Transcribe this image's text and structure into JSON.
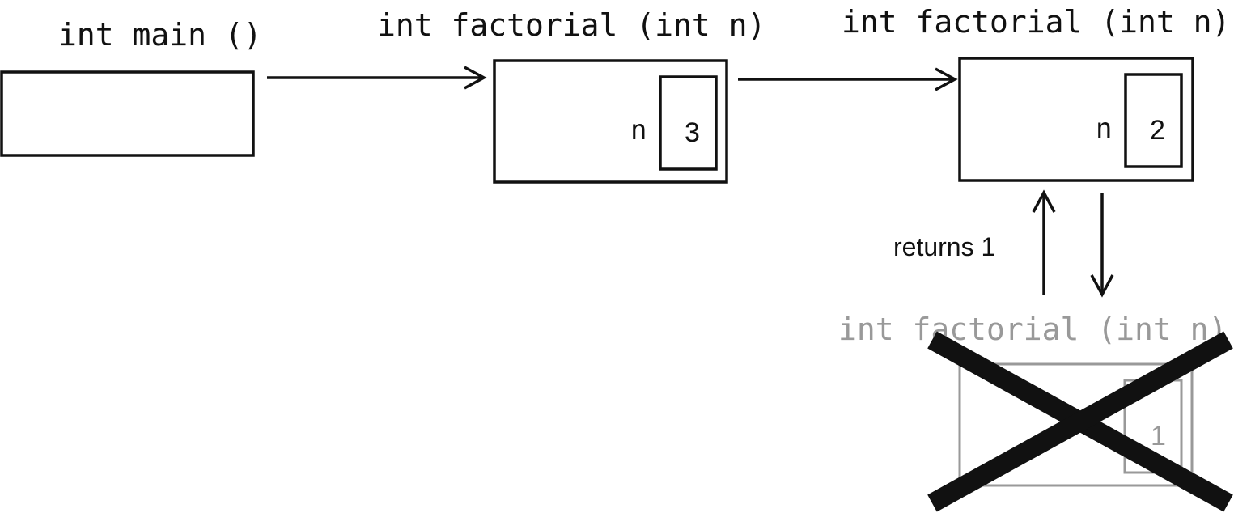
{
  "frames": [
    {
      "title": "int main ()",
      "variable": null,
      "value": null,
      "state": "active"
    },
    {
      "title": "int factorial (int n)",
      "variable": "n",
      "value": "3",
      "state": "active"
    },
    {
      "title": "int factorial (int n)",
      "variable": "n",
      "value": "2",
      "state": "active"
    },
    {
      "title": "int factorial (int n)",
      "variable": null,
      "value": "1",
      "state": "popped"
    }
  ],
  "return_label": "returns 1",
  "colors": {
    "active": "#111111",
    "popped": "#999999",
    "cross": "#111111"
  }
}
